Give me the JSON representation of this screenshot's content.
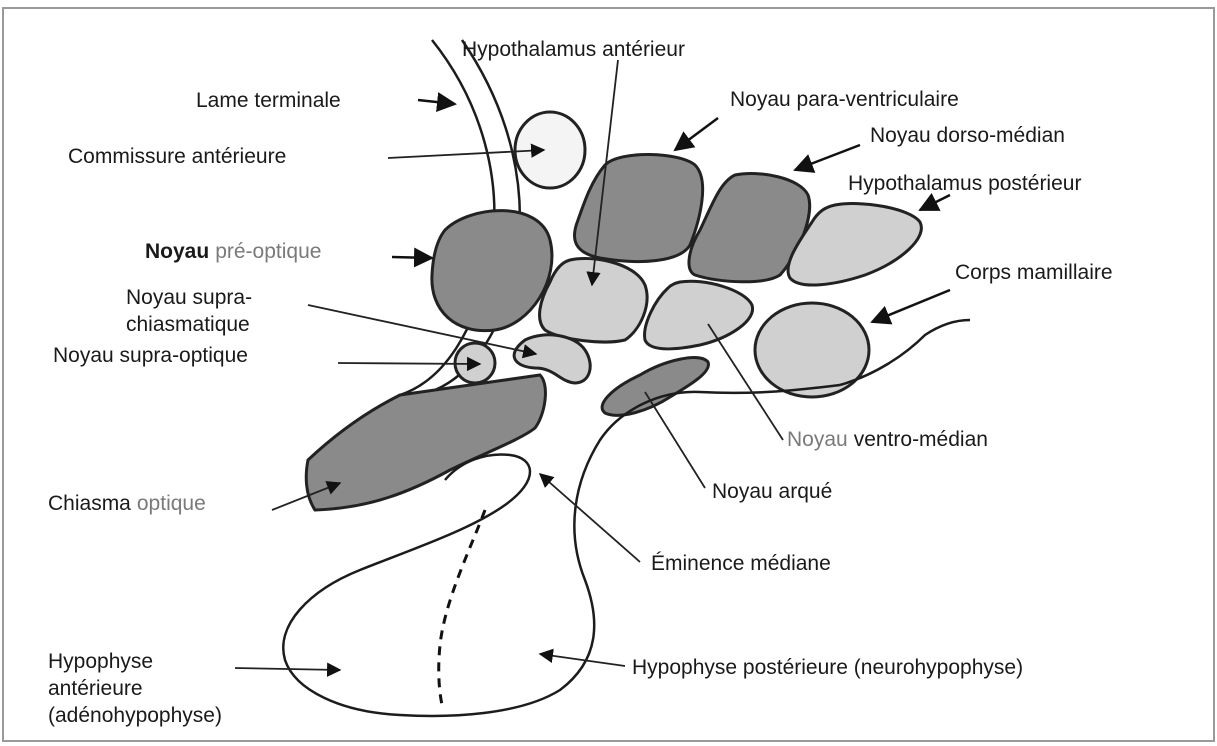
{
  "diagram": {
    "labels": {
      "hypothalamus_anterieur": "Hypothalamus antérieur",
      "lame_terminale": "Lame terminale",
      "noyau_para_ventriculaire": "Noyau para-ventriculaire",
      "commissure_anterieure": "Commissure antérieure",
      "noyau_dorso_median": "Noyau dorso-médian",
      "hypothalamus_posterieur": "Hypothalamus postérieur",
      "noyau_pre_optique_a": "Noyau",
      "noyau_pre_optique_b": "pré-optique",
      "corps_mamillaire": "Corps mamillaire",
      "noyau_supra_chiasmatique_1": "Noyau supra-",
      "noyau_supra_chiasmatique_2": "chiasmatique",
      "noyau_supra_optique": "Noyau supra-optique",
      "noyau_ventro_median_a": "Noyau",
      "noyau_ventro_median_b": "ventro-médian",
      "noyau_arque": "Noyau arqué",
      "chiasma_optique_a": "Chiasma",
      "chiasma_optique_b": "optique",
      "eminence_mediane": "Éminence médiane",
      "hypophyse_anterieure_1": "Hypophyse",
      "hypophyse_anterieure_2": "antérieure",
      "hypophyse_anterieure_3": "(adénohypophyse)",
      "hypophyse_posterieure": "Hypophyse postérieure (neurohypophyse)"
    },
    "colors": {
      "dark_nucleus": "#8a8a8a",
      "light_nucleus": "#d0d0d0",
      "outline": "#222222",
      "background": "#ffffff"
    }
  }
}
